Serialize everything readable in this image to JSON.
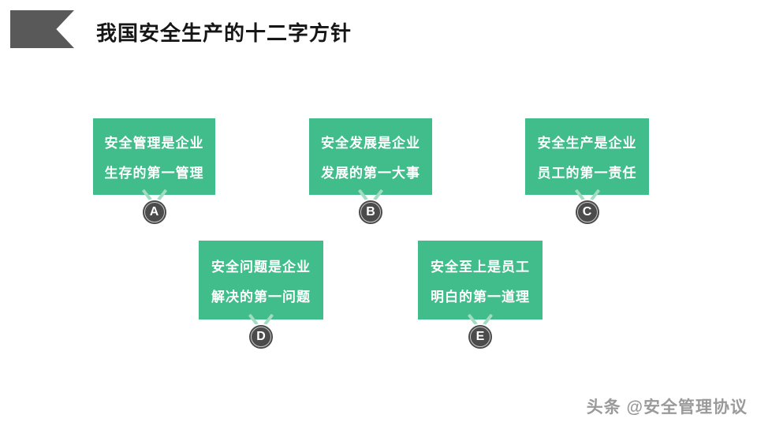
{
  "slide": {
    "title": "我国安全生产的十二字方针",
    "watermark": "头条 @安全管理协议"
  },
  "colors": {
    "box_green": "#41BD8B",
    "ribbon_green": "#A2DBC2",
    "medal_gray": "#4B4B4B",
    "medal_ring": "#E8E8E8",
    "flag_gray": "#595959",
    "title_color": "#161616",
    "watermark_gray": "#9A9A9A"
  },
  "cards": [
    {
      "badge": "A",
      "line1": "安全管理是企业",
      "line2": "生存的第一管理"
    },
    {
      "badge": "B",
      "line1": "安全发展是企业",
      "line2": "发展的第一大事"
    },
    {
      "badge": "C",
      "line1": "安全生产是企业",
      "line2": "员工的第一责任"
    },
    {
      "badge": "D",
      "line1": "安全问题是企业",
      "line2": "解决的第一问题"
    },
    {
      "badge": "E",
      "line1": "安全至上是员工",
      "line2": "明白的第一道理"
    }
  ]
}
